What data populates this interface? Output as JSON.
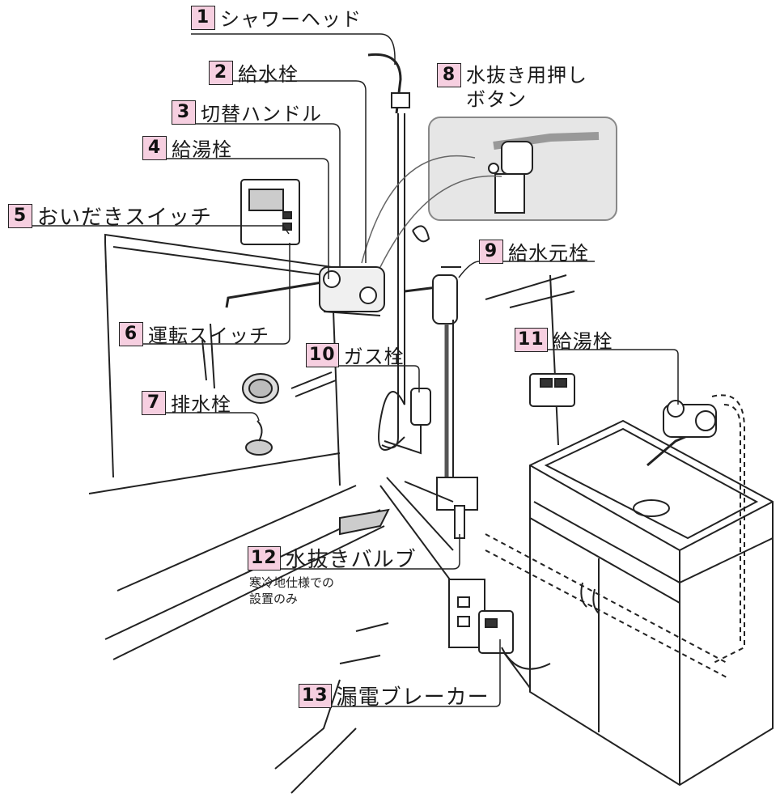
{
  "labels": [
    {
      "no": "1",
      "text": "シャワーヘッド"
    },
    {
      "no": "2",
      "text": "給水栓"
    },
    {
      "no": "3",
      "text": "切替ハンドル"
    },
    {
      "no": "4",
      "text": "給湯栓"
    },
    {
      "no": "5",
      "text": "おいだきスイッチ"
    },
    {
      "no": "6",
      "text": "運転スイッチ"
    },
    {
      "no": "7",
      "text": "排水栓"
    },
    {
      "no": "8",
      "text": "水抜き用押し",
      "text2": "ボタン"
    },
    {
      "no": "9",
      "text": "給水元栓"
    },
    {
      "no": "10",
      "text": "ガス栓"
    },
    {
      "no": "11",
      "text": "給湯栓"
    },
    {
      "no": "12",
      "text": "水抜きバルブ"
    },
    {
      "no": "13",
      "text": "漏電ブレーカー"
    }
  ],
  "note12": "寒冷地仕様での\n設置のみ",
  "colors": {
    "badge": "#f6cfe0",
    "line": "#222222",
    "inset": "#e6e6e6"
  }
}
